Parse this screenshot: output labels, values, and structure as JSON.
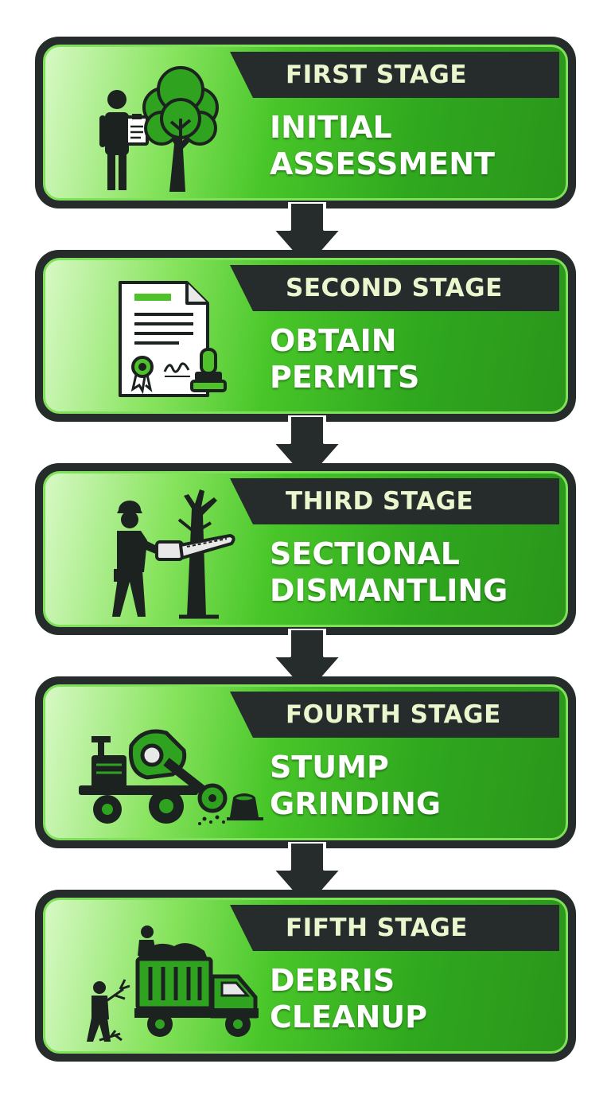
{
  "stages": [
    {
      "label": "FIRST STAGE",
      "title_line1": "INITIAL",
      "title_line2": "ASSESSMENT",
      "icon": "inspector-tree-icon"
    },
    {
      "label": "SECOND STAGE",
      "title_line1": "OBTAIN",
      "title_line2": "PERMITS",
      "icon": "permit-document-icon"
    },
    {
      "label": "THIRD STAGE",
      "title_line1": "SECTIONAL",
      "title_line2": "DISMANTLING",
      "icon": "chainsaw-worker-icon"
    },
    {
      "label": "FOURTH STAGE",
      "title_line1": "STUMP",
      "title_line2": "GRINDING",
      "icon": "stump-grinder-icon"
    },
    {
      "label": "FIFTH STAGE",
      "title_line1": "DEBRIS",
      "title_line2": "CLEANUP",
      "icon": "debris-truck-icon"
    }
  ],
  "colors": {
    "frame": "#252c2b",
    "header_text": "#e9f7cf",
    "green_light": "#86e35c",
    "green_dark": "#2a961b",
    "title_text": "#ffffff"
  }
}
